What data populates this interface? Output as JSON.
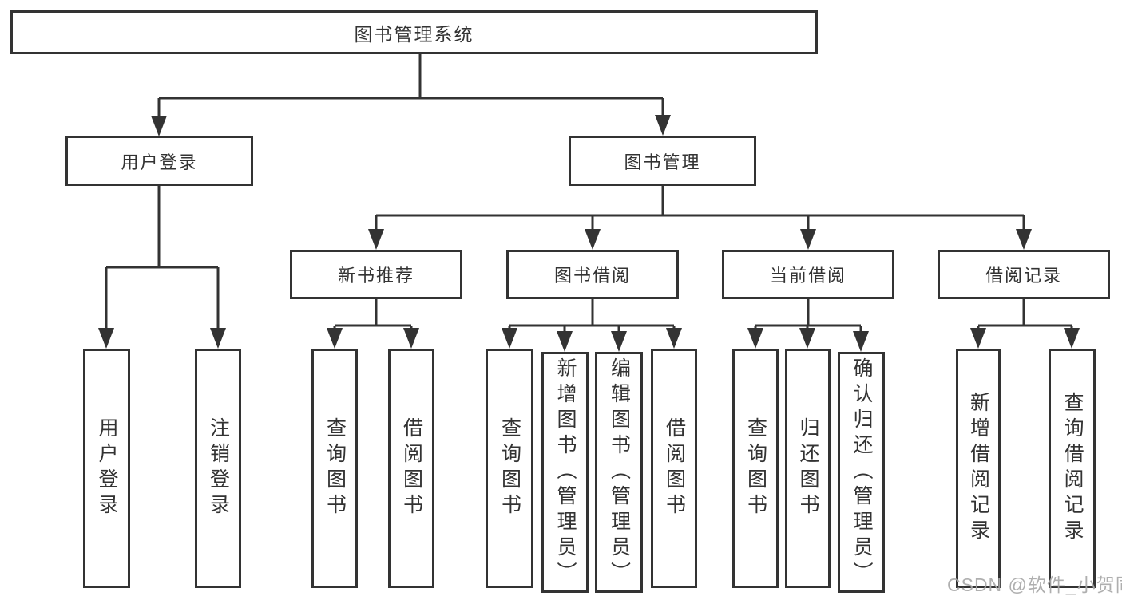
{
  "nodes": {
    "root": "图书管理系统",
    "user_login": "用户登录",
    "book_mgmt": "图书管理",
    "new_books": "新书推荐",
    "book_borrow": "图书借阅",
    "current_borrow": "当前借阅",
    "borrow_records": "借阅记录",
    "user_login_leaf": "用户登录",
    "logout_leaf": "注销登录",
    "nb_search": "查询图书",
    "nb_borrow": "借阅图书",
    "bb_search": "查询图书",
    "bb_add": "新增图书（管理员）",
    "bb_edit": "编辑图书（管理员）",
    "bb_borrow": "借阅图书",
    "cb_search": "查询图书",
    "cb_return": "归还图书",
    "cb_confirm": "确认归还（管理员）",
    "br_add": "新增借阅记录",
    "br_search": "查询借阅记录"
  },
  "watermark": "CSDN @软件_小贺同学",
  "colors": {
    "line": "#333333",
    "box_fill": "#ffffff",
    "text": "#333333",
    "watermark": "#a8a8a8"
  }
}
